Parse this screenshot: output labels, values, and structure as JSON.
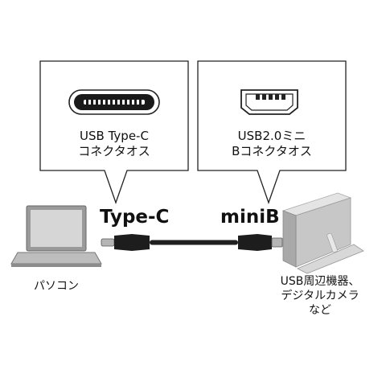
{
  "callouts": {
    "left": {
      "line1": "USB Type-C",
      "line2": "コネクタオス"
    },
    "right": {
      "line1": "USB2.0ミニ",
      "line2": "Bコネクタオス"
    }
  },
  "cable": {
    "left_label": "Type-C",
    "right_label": "miniB"
  },
  "devices": {
    "pc_label": "パソコン",
    "peripheral_line1": "USB周辺機器、",
    "peripheral_line2": "デジタルカメラ",
    "peripheral_line3": "など"
  },
  "icons": [
    "usb-type-c-port-icon",
    "usb-mini-b-port-icon",
    "laptop-icon",
    "external-drive-icon"
  ]
}
